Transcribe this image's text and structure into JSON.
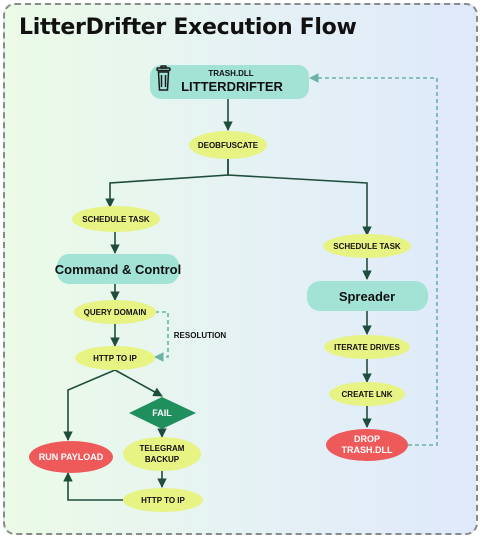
{
  "title": "LitterDrifter Execution Flow",
  "colors": {
    "yellow": "#e7f383",
    "teal": "#a2e3d6",
    "red": "#ee5a5a",
    "green": "#1f8f5e",
    "arrow": "#1f4d3c",
    "dashed": "#6ab3a6"
  },
  "nodes": {
    "start_top": "TRASH.DLL",
    "start_main": "LITTERDRIFTER",
    "start_icon": "trash-can-icon",
    "deobfuscate": "DEOBFUSCATE",
    "schedule_left": "SCHEDULE TASK",
    "command_control": "Command & Control",
    "query_domain": "QUERY DOMAIN",
    "resolution": "RESOLUTION",
    "http_ip_1": "HTTP TO IP",
    "fail": "FAIL",
    "telegram_1": "TELEGRAM",
    "telegram_2": "BACKUP",
    "http_ip_2": "HTTP TO IP",
    "run_payload": "RUN PAYLOAD",
    "schedule_right": "SCHEDULE TASK",
    "spreader": "Spreader",
    "iterate_drives": "ITERATE DRIVES",
    "create_lnk": "CREATE LNK",
    "drop_1": "DROP",
    "drop_2": "TRASH.DLL"
  }
}
